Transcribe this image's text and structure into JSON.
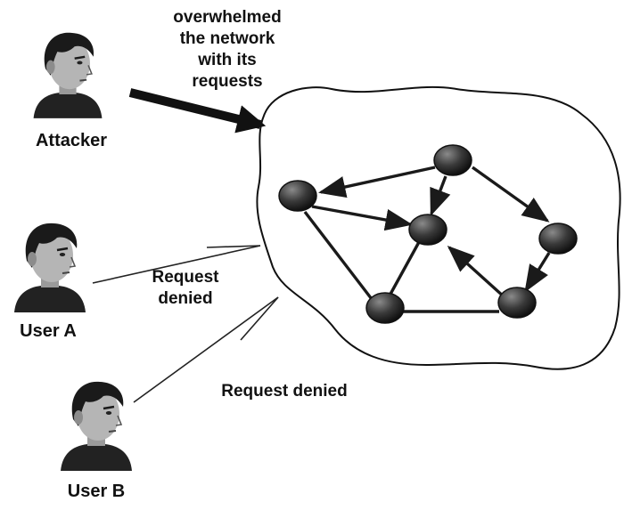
{
  "actors": {
    "attacker": {
      "label": "Attacker",
      "icon": "person-icon"
    },
    "user_a": {
      "label": "User A",
      "icon": "person-icon"
    },
    "user_b": {
      "label": "User B",
      "icon": "person-icon"
    }
  },
  "annotations": {
    "attack_lines": [
      "overwhelmed",
      "the network",
      "with its",
      "requests"
    ],
    "denied_a_lines": [
      "Request",
      "denied"
    ],
    "denied_b": "Request denied"
  },
  "network": {
    "node_count": 6,
    "node_color": "#2a2a2a",
    "edge_color": "#1a1a1a"
  }
}
